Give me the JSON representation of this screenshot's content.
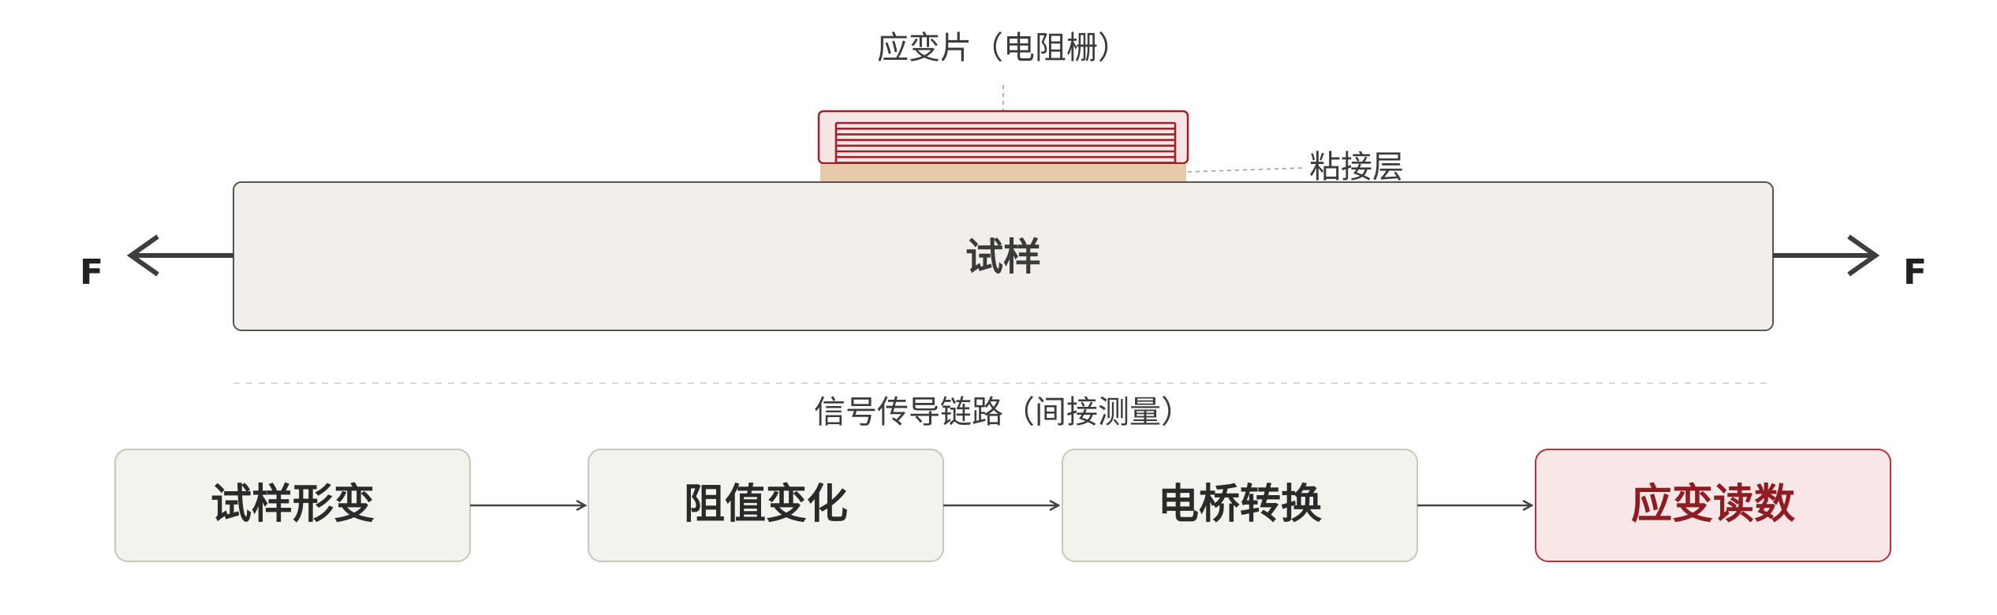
{
  "labels": {
    "strain_gauge": "应变片（电阻栅）",
    "adhesive_layer": "粘接层",
    "specimen": "试样",
    "force_left": "F",
    "force_right": "F",
    "signal_chain": "信号传导链路（间接测量）"
  },
  "flow": [
    {
      "label": "试样形变"
    },
    {
      "label": "阻值变化"
    },
    {
      "label": "电桥转换"
    },
    {
      "label": "应变读数",
      "highlight": true
    }
  ],
  "colors": {
    "gauge_stroke": "#a3202a",
    "gauge_fill": "#f7e6e6",
    "adhesive": "#e8c9a9",
    "specimen_fill": "#f2efea",
    "box_fill": "#f3f2ec",
    "box_stroke": "#c9c6bc",
    "highlight_fill": "#f9e6e6",
    "highlight_stroke": "#b8323a",
    "highlight_text": "#8e1c22",
    "arrow": "#444444"
  }
}
